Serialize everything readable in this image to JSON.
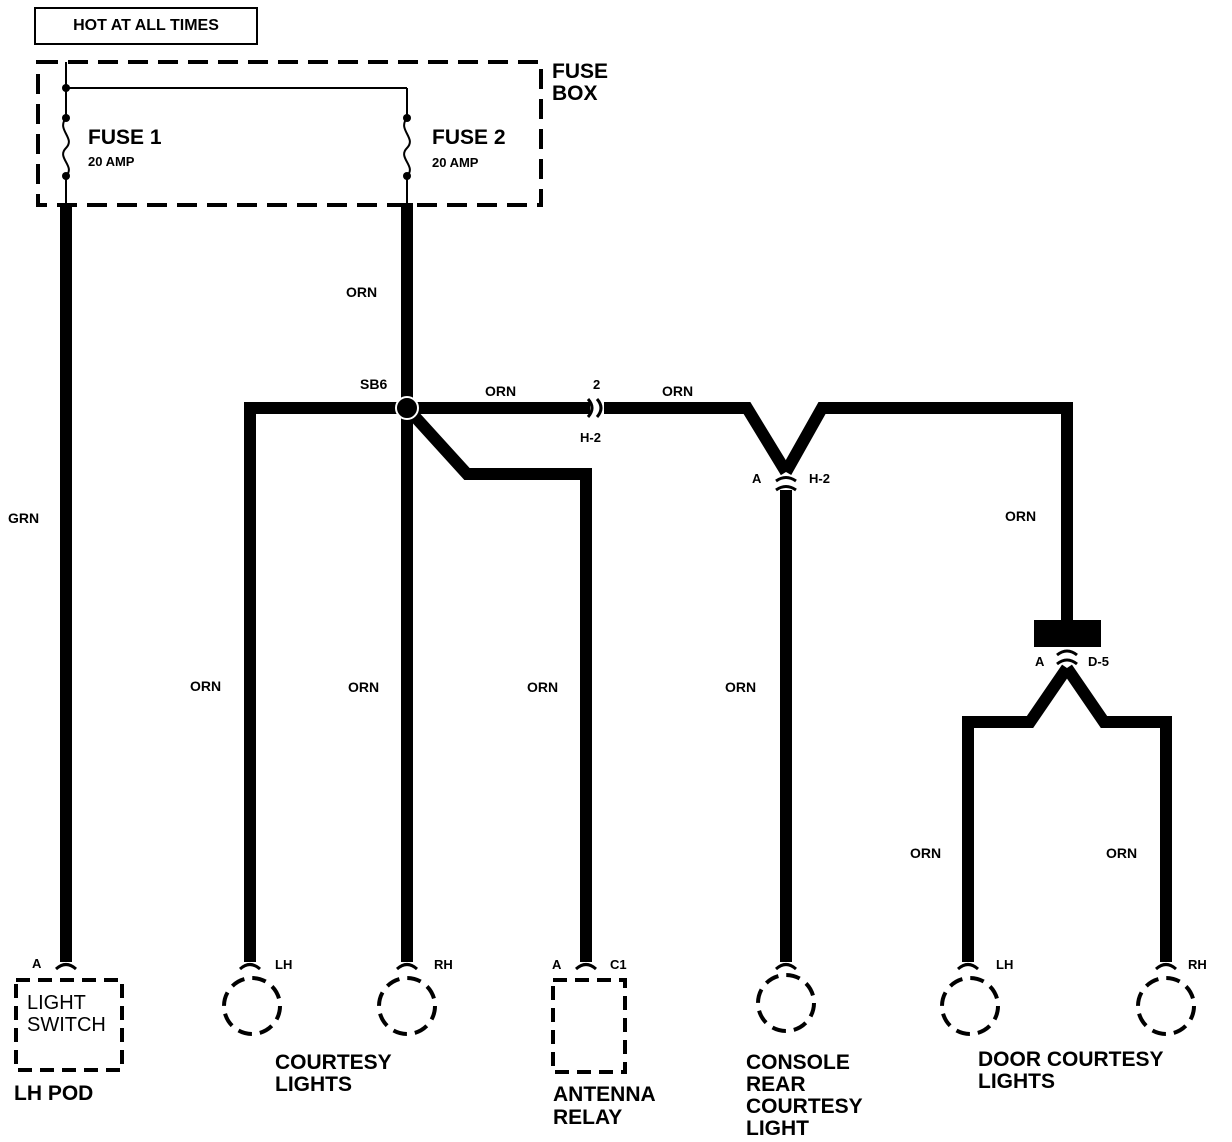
{
  "header": {
    "hot_label": "HOT AT ALL TIMES"
  },
  "fuse_box": {
    "label_line1": "FUSE",
    "label_line2": "BOX",
    "fuse1": {
      "name": "FUSE 1",
      "rating": "20 AMP"
    },
    "fuse2": {
      "name": "FUSE 2",
      "rating": "20 AMP"
    }
  },
  "wires": {
    "grn": "GRN",
    "orn_fuse2": "ORN",
    "orn_to_h2": "ORN",
    "orn_after_h2": "ORN",
    "orn_to_d5": "ORN",
    "orn_lh_courtesy": "ORN",
    "orn_rh_courtesy": "ORN",
    "orn_antenna": "ORN",
    "orn_console": "ORN",
    "orn_door_lh": "ORN",
    "orn_door_rh": "ORN"
  },
  "splice": {
    "label": "SB6"
  },
  "connectors": {
    "h2_top_pin": "2",
    "h2_top_name": "H-2",
    "h2_mid_pin": "A",
    "h2_mid_name": "H-2",
    "d5_pin": "A",
    "d5_name": "D-5",
    "light_switch_pin": "A",
    "courtesy_lh": "LH",
    "courtesy_rh": "RH",
    "antenna_pin": "A",
    "antenna_name": "C1",
    "door_lh": "LH",
    "door_rh": "RH"
  },
  "components": {
    "light_switch_line1": "LIGHT",
    "light_switch_line2": "SWITCH",
    "lh_pod": "LH POD",
    "courtesy_line1": "COURTESY",
    "courtesy_line2": "LIGHTS",
    "antenna_line1": "ANTENNA",
    "antenna_line2": "RELAY",
    "console_line1": "CONSOLE",
    "console_line2": "REAR",
    "console_line3": "COURTESY",
    "console_line4": "LIGHT",
    "door_line1": "DOOR COURTESY",
    "door_line2": "LIGHTS"
  }
}
